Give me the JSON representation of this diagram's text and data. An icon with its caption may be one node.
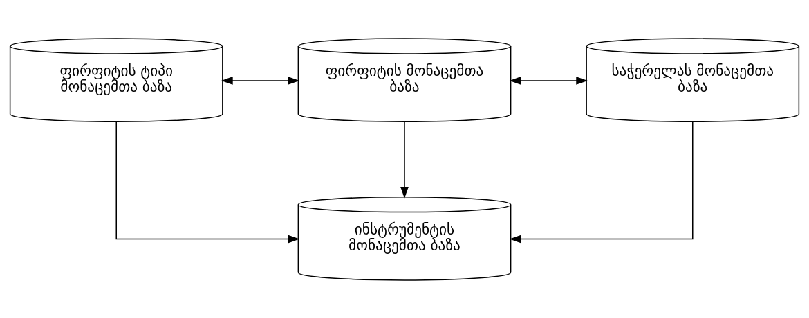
{
  "diagram": {
    "nodes": [
      {
        "text": [
          "ფირფიტის ტიპი მონაცემთა ბაზა"
        ]
      },
      {
        "text": [
          "ფირფიტის მონაცემთა ბაზა"
        ]
      },
      {
        "text": [
          "საჭერელას მონაცემთა ბაზა"
        ]
      },
      {
        "text": [
          "ინსტრუმენტის მონაცემთა ბაზა"
        ]
      }
    ],
    "edges": [
      {
        "from": 0,
        "to": 1,
        "arrow": "both"
      },
      {
        "from": 1,
        "to": 2,
        "arrow": "both"
      },
      {
        "from": 0,
        "to": 3,
        "arrow": "to"
      },
      {
        "from": 1,
        "to": 3,
        "arrow": "to"
      },
      {
        "from": 2,
        "to": 3,
        "arrow": "to"
      }
    ]
  }
}
